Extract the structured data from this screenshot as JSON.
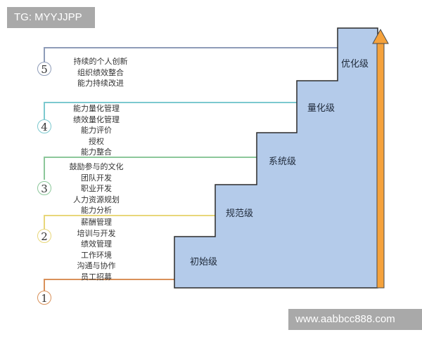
{
  "watermarks": {
    "top": "TG: MYYJJPP",
    "bottom": "www.aabbcc888.com"
  },
  "colors": {
    "stair_fill": "#b4cbea",
    "stair_stroke": "#2b2b2b",
    "arrow": "#f5a23c",
    "level1": "#d9915a",
    "level2": "#e8d77a",
    "level3": "#8cc79a",
    "level4": "#7cc9cf",
    "level5": "#8e9cb8"
  },
  "steps": [
    {
      "name": "初始级"
    },
    {
      "name": "规范级"
    },
    {
      "name": "系统级"
    },
    {
      "name": "量化级"
    },
    {
      "name": "优化级"
    }
  ],
  "levels": [
    {
      "number": "1",
      "items": []
    },
    {
      "number": "2",
      "items": [
        "薪酬管理",
        "培训与开发",
        "绩效管理",
        "工作环境",
        "沟通与协作",
        "员工招募"
      ]
    },
    {
      "number": "3",
      "items": [
        "鼓励参与的文化",
        "团队开发",
        "职业开发",
        "人力资源规划",
        "能力分析"
      ]
    },
    {
      "number": "4",
      "items": [
        "能力量化管理",
        "绩效量化管理",
        "能力评价",
        "授权",
        "能力整合"
      ]
    },
    {
      "number": "5",
      "items": [
        "持续的个人创新",
        "组织绩效整合",
        "能力持续改进"
      ]
    }
  ]
}
